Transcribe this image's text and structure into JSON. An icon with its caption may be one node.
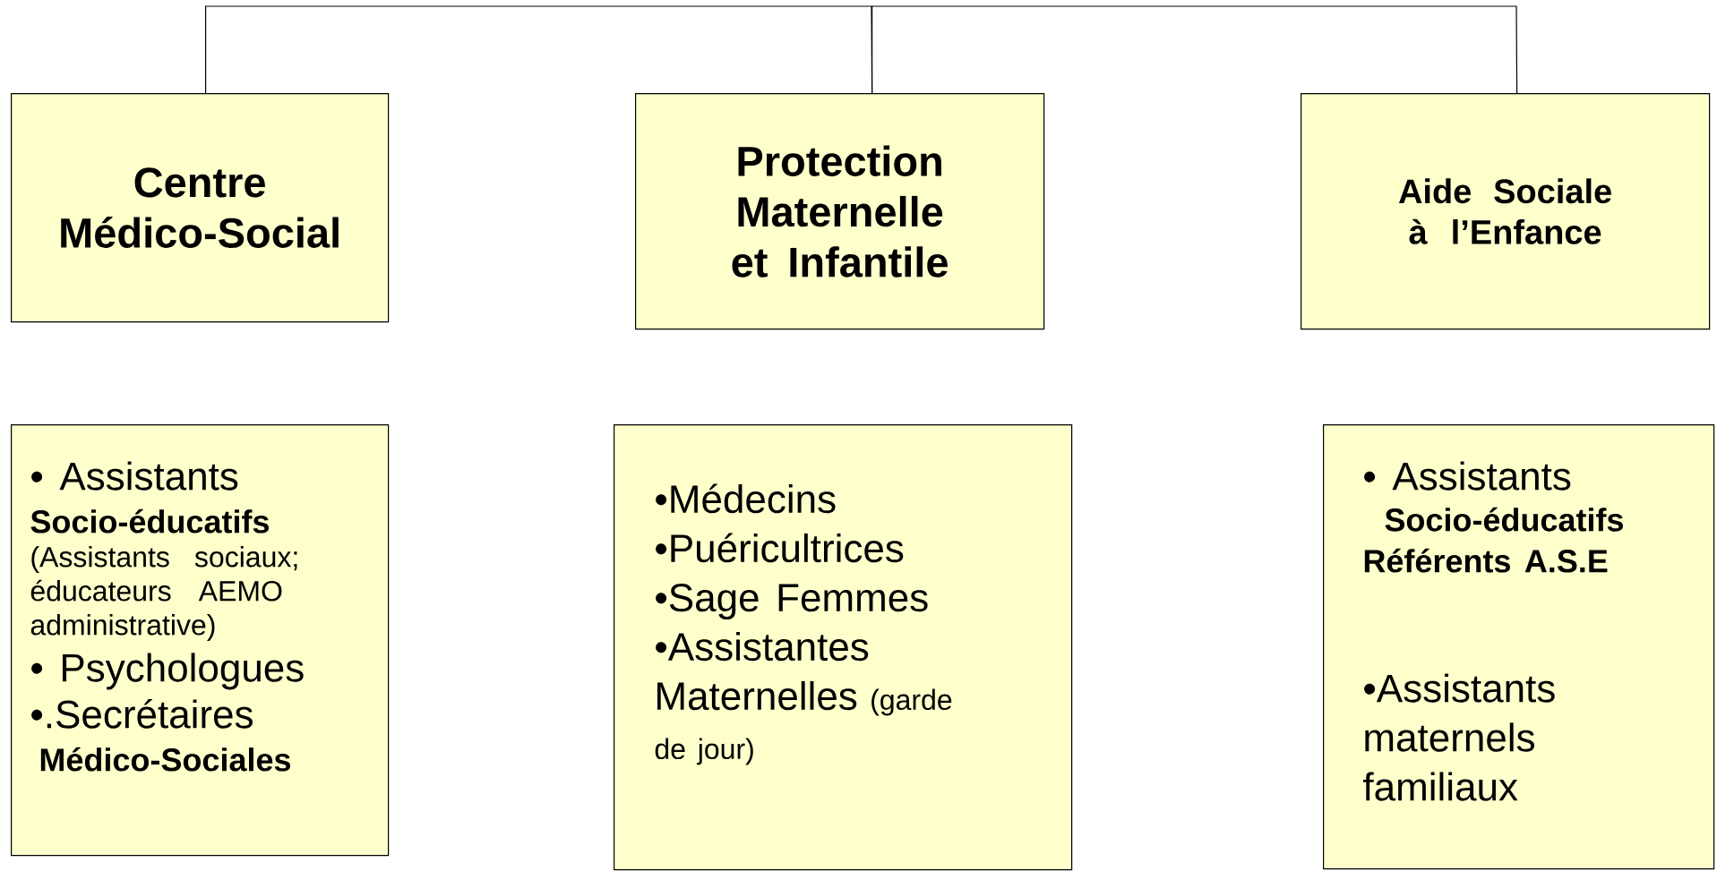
{
  "diagram": {
    "nodes": [
      {
        "text": [
          "Centre Médico-Social"
        ]
      },
      {
        "text": [
          "Protection Maternelle et Infantile"
        ]
      },
      {
        "text": [
          "Aide Sociale à l’Enfance"
        ]
      },
      {
        "text": [
          "• Assistants",
          "Socio-éducatifs",
          "(Assistants sociaux; éducateurs AEMO administrative)",
          "• Psychologues",
          "•.Secrétaires",
          "Médico-Sociales"
        ]
      },
      {
        "text": [
          "•Médecins",
          "•Puéricultrices",
          "•Sage Femmes",
          "•Assistantes Maternelles",
          "(garde de jour)"
        ]
      },
      {
        "text": [
          "• Assistants",
          "Socio-éducatifs",
          "Référents A.S.E",
          "•Assistants maternels familiaux"
        ]
      }
    ],
    "edges": [
      {
        "from": 0,
        "to": 1,
        "arrow": "none"
      },
      {
        "from": 1,
        "to": 2,
        "arrow": "none"
      }
    ]
  }
}
